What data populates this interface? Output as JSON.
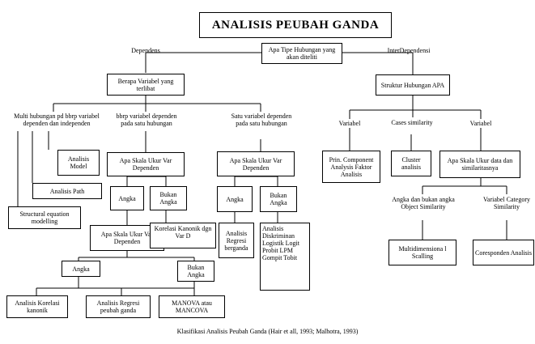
{
  "title": "ANALISIS PEUBAH GANDA",
  "caption": "Klasifikasi  Analisis Peubah Ganda (Hair et all, 1993; Malhotra, 1993)",
  "nodes": {
    "tipe_hubungan": "Apa Tipe Hubungan yang akan diteliti",
    "berapa_variabel": "Berapa Variabel yang terlibat",
    "struktur_hubungan": "Struktur Hubungan APA",
    "analisis_model": "Analisis Model",
    "analisis_path": "Analisis Path",
    "structural_equation": "Structural equation modelling",
    "skala_ukur_1": "Apa Skala Ukur Var Dependen",
    "skala_ukur_2": "Apa Skala Ukur Var Dependen",
    "angka_1": "Angka",
    "bukan_angka_1": "Bukan Angka",
    "angka_2": "Angka",
    "bukan_angka_2": "Bukan Angka",
    "skala_ukur_3": "Apa Skala Ukur Var Dependen",
    "korelasi_kanonik_dgn": "Korelasi Kanonik dgn Var D",
    "analisis_regresi_berganda": "Analisis Regresi berganda",
    "analisis_diskriminan": "Analisis Diskriminan Logistik Logit Probit LPM Gompit Tobit",
    "angka_3": "Angka",
    "bukan_angka_3": "Bukan Angka",
    "analisis_korelasi_kanonik": "Analisis Korelasi kanonik",
    "analisis_regresi_peubah": "Analisis Regresi peubah ganda",
    "manova": "MANOVA atau MANCOVA",
    "prin_component": "Prin. Component Analysis Faktor Analisis",
    "cluster": "Cluster analisis",
    "skala_ukur_data": "Apa Skala Ukur data dan similaritasnya",
    "multidimensional": "Multidimensiona l Scalling",
    "coresponden": "Coresponden Analisis"
  },
  "labels": {
    "dependens": "Dependens",
    "interdependensi": "InterDependensi",
    "multi_hubungan": "Multi hubungan pd bbrp variabel dependen  dan independen",
    "bbrp_variabel": "bbrp variabel dependen pada satu hubungan",
    "satu_variabel": "Satu variabel dependen pada satu hubungan",
    "variabel_1": "Variabel",
    "cases_similarity": "Cases similarity",
    "variabel_2": "Variabel",
    "angka_bukan_angka": "Angka dan bukan angka Object Similarity",
    "variabel_category": "Variabel Category Similarity"
  }
}
